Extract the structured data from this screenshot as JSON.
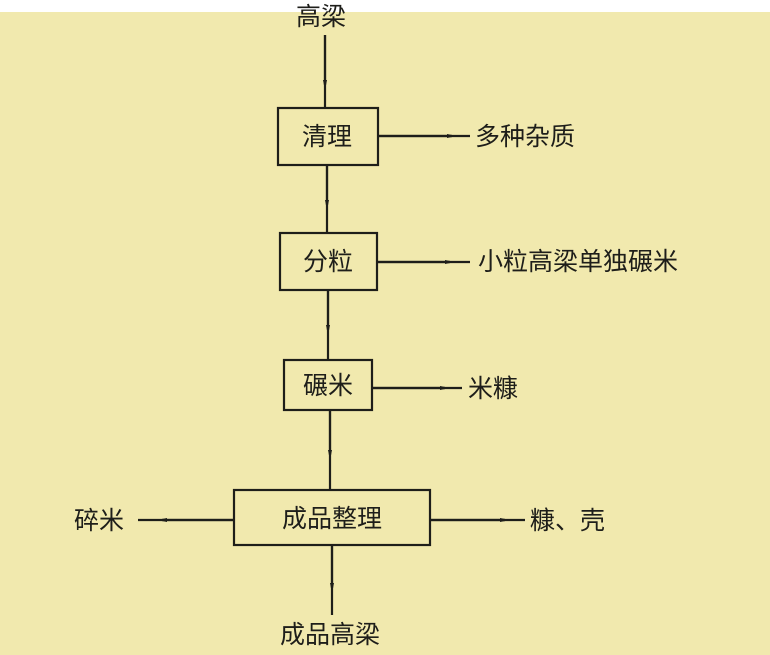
{
  "diagram": {
    "input": "高梁",
    "steps": [
      "清理",
      "分粒",
      "碾米",
      "成品整理"
    ],
    "outputs": {
      "cleaning": "多种杂质",
      "grading": "小粒高梁单独碾米",
      "milling": "米糠",
      "finishing_right": "糠、壳",
      "finishing_left": "碎米"
    },
    "final": "成品高梁"
  }
}
